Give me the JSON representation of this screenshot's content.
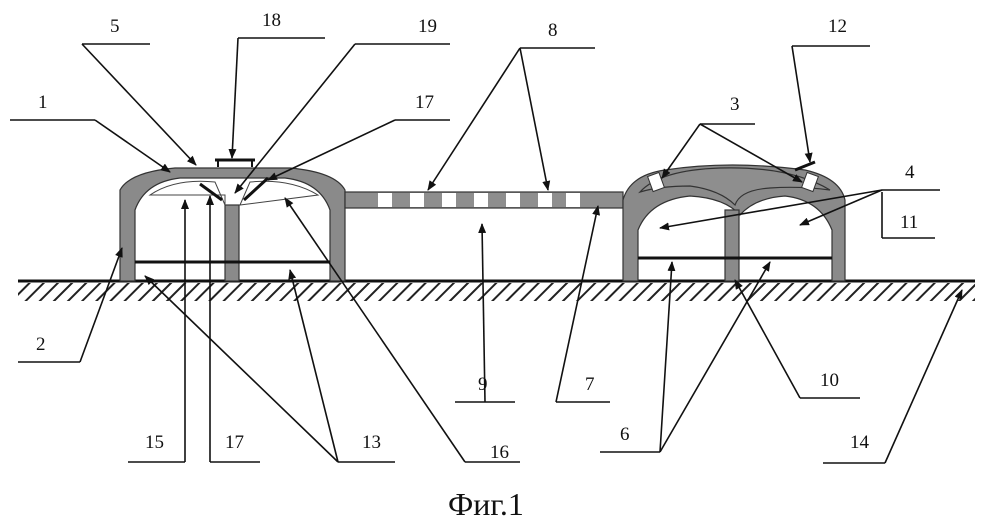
{
  "figure": {
    "caption": "Фиг.1",
    "labels": {
      "l1": "1",
      "l2": "2",
      "l3": "3",
      "l4": "4",
      "l5": "5",
      "l6": "6",
      "l7": "7",
      "l8": "8",
      "l9": "9",
      "l10": "10",
      "l11": "11",
      "l12": "12",
      "l13": "13",
      "l14": "14",
      "l15": "15",
      "l16": "16",
      "l17a": "17",
      "l17b": "17",
      "l18": "18",
      "l19": "19"
    }
  }
}
